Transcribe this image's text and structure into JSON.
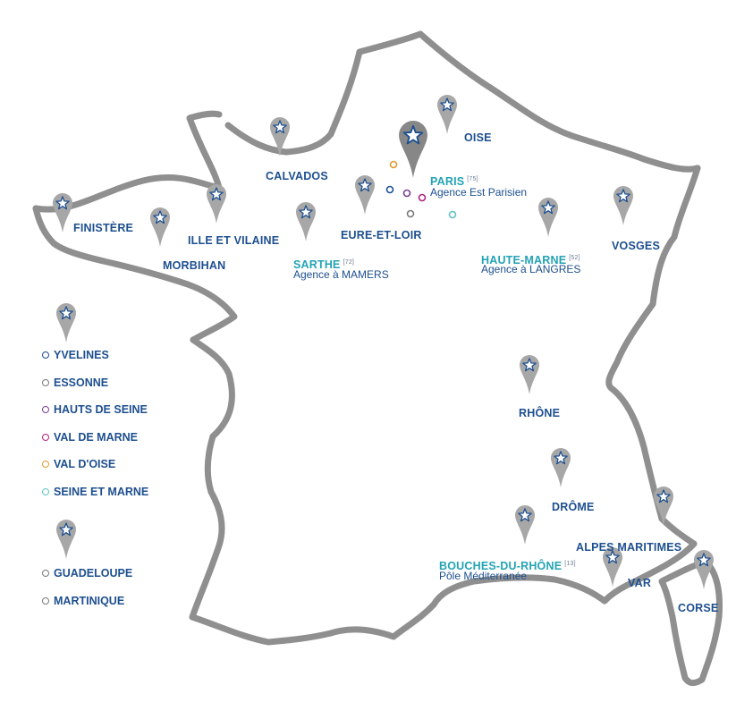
{
  "colors": {
    "outline": "#8f8f8f",
    "pin": "#a7a7a7",
    "pin_main": "#878787",
    "star_fill": "#ffffff",
    "star_stroke": "#1d4f8f",
    "label_dark": "#1d4f8f",
    "label_teal": "#23a3b5"
  },
  "locations": [
    {
      "id": "finistere",
      "name": "FINISTÈRE",
      "style": "dark"
    },
    {
      "id": "morbihan",
      "name": "MORBIHAN",
      "style": "dark"
    },
    {
      "id": "ille-et-vilaine",
      "name": "ILLE ET VILAINE",
      "style": "dark"
    },
    {
      "id": "calvados",
      "name": "CALVADOS",
      "style": "dark"
    },
    {
      "id": "sarthe",
      "name": "SARTHE",
      "code": "[72]",
      "subtitle": "Agence à MAMERS",
      "style": "teal"
    },
    {
      "id": "eure-et-loir",
      "name": "EURE-ET-LOIR",
      "style": "dark"
    },
    {
      "id": "oise",
      "name": "OISE",
      "style": "dark"
    },
    {
      "id": "paris",
      "name": "PARIS",
      "code": "[75]",
      "subtitle": "Agence Est Parisien",
      "style": "teal"
    },
    {
      "id": "haute-marne",
      "name": "HAUTE-MARNE",
      "code": "[52]",
      "subtitle": "Agence à LANGRES",
      "style": "teal"
    },
    {
      "id": "vosges",
      "name": "VOSGES",
      "style": "dark"
    },
    {
      "id": "rhone",
      "name": "RHÔNE",
      "style": "dark"
    },
    {
      "id": "drome",
      "name": "DRÔME",
      "style": "dark"
    },
    {
      "id": "alpes-maritimes",
      "name": "ALPES MARITIMES",
      "style": "dark"
    },
    {
      "id": "bouches-du-rhone",
      "name": "BOUCHES-DU-RHÔNE",
      "code": "[13]",
      "subtitle": "Pôle Méditerranée",
      "style": "teal"
    },
    {
      "id": "var",
      "name": "VAR",
      "style": "dark"
    },
    {
      "id": "corse",
      "name": "CORSE",
      "style": "dark"
    }
  ],
  "legend_idf": [
    {
      "label": "YVELINES",
      "color": "#1d4f8f"
    },
    {
      "label": "ESSONNE",
      "color": "#7a7a7a"
    },
    {
      "label": "HAUTS DE SEINE",
      "color": "#7a3f8f"
    },
    {
      "label": "VAL DE MARNE",
      "color": "#b2237e"
    },
    {
      "label": "VAL D'OISE",
      "color": "#e39a2c"
    },
    {
      "label": "SEINE ET MARNE",
      "color": "#5fc4c4"
    }
  ],
  "legend_dom": [
    {
      "label": "GUADELOUPE",
      "color": "#7a7a7a"
    },
    {
      "label": "MARTINIQUE",
      "color": "#7a7a7a"
    }
  ]
}
